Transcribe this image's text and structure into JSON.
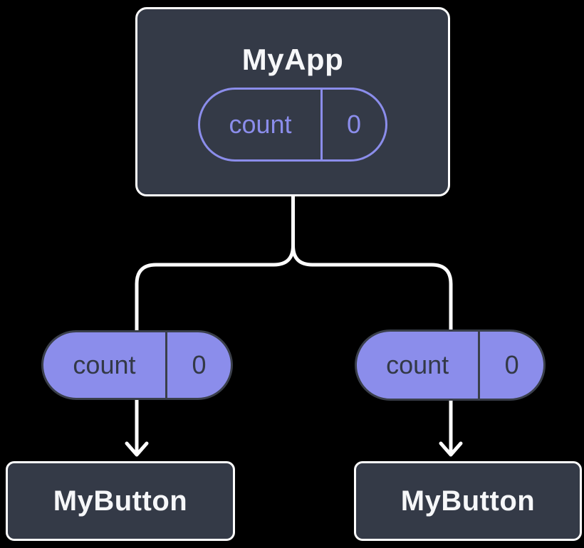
{
  "nodes": {
    "app": {
      "label": "MyApp",
      "state": {
        "name": "count",
        "value": "0"
      }
    },
    "left_prop": {
      "name": "count",
      "value": "0"
    },
    "right_prop": {
      "name": "count",
      "value": "0"
    },
    "left_child": {
      "label": "MyButton"
    },
    "right_child": {
      "label": "MyButton"
    }
  },
  "colors": {
    "background": "#000000",
    "node_fill": "#343A47",
    "node_border": "#FFFFFF",
    "node_text": "#F6F7F9",
    "accent_purple": "#8B8DEB",
    "pill_dark_border": "#3A3F4A",
    "pill_dark_text": "#333946",
    "connector": "#FFFFFF"
  }
}
